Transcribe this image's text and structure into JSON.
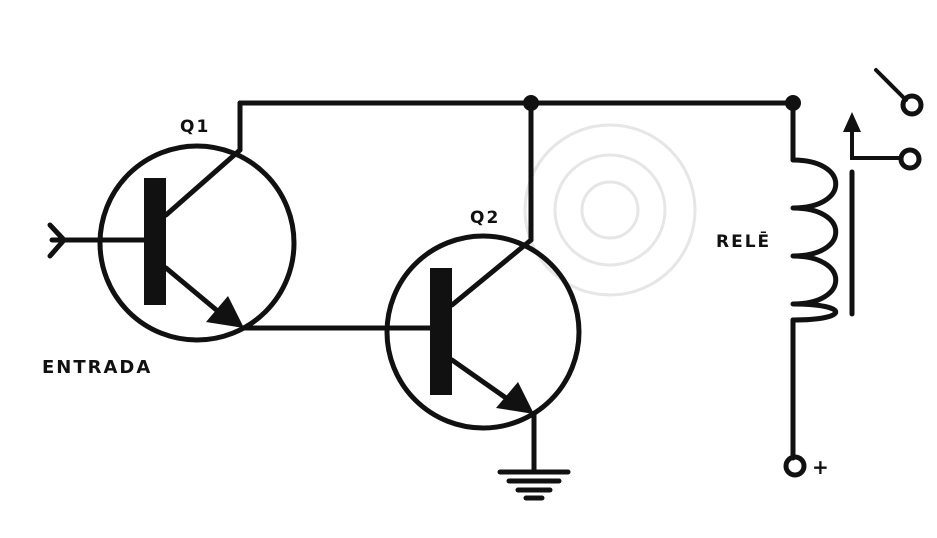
{
  "labels": {
    "q1": "Q1",
    "q2": "Q2",
    "input": "ENTRADA",
    "relay": "RELĒ",
    "supply": "+"
  },
  "colors": {
    "ink": "#111111",
    "paper": "#ffffff",
    "watermark": "#e6e6e6"
  },
  "components": [
    {
      "id": "Q1",
      "type": "npn-transistor"
    },
    {
      "id": "Q2",
      "type": "npn-transistor"
    },
    {
      "id": "relay",
      "type": "relay-coil-with-contacts"
    },
    {
      "id": "ground",
      "type": "ground"
    }
  ]
}
